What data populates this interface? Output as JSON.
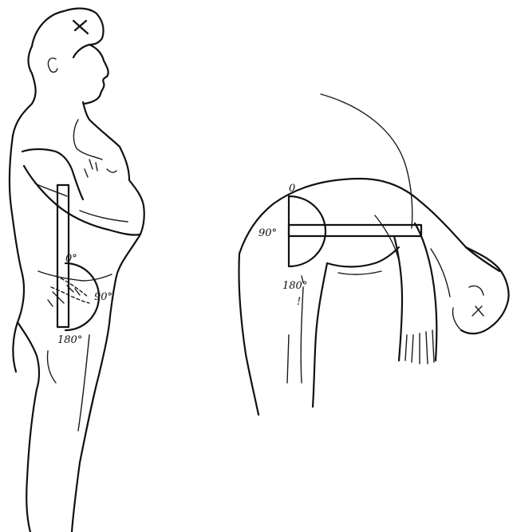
{
  "figure_left": {
    "labels": {
      "zero": "0°",
      "ninety": "90°",
      "one_eighty": "180°"
    }
  },
  "figure_right": {
    "labels": {
      "zero": "0",
      "ninety": "90°",
      "one_eighty": "180°",
      "tick": "!"
    }
  },
  "colors": {
    "ink": "#111111",
    "paper": "#ffffff"
  }
}
